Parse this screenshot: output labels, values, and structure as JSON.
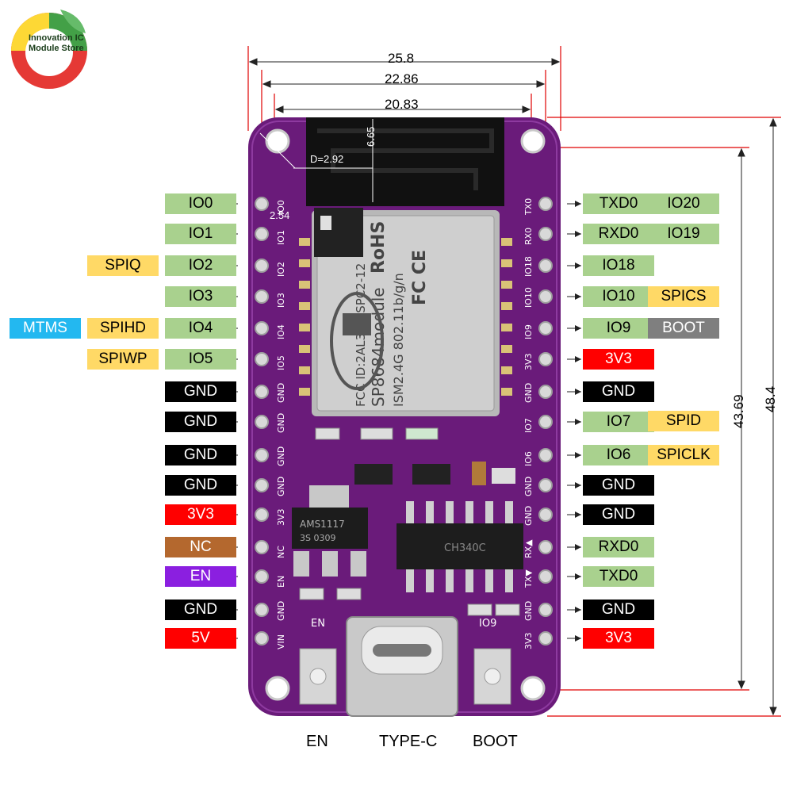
{
  "brand": {
    "line1": "Innovation IC",
    "line2": "Module Store"
  },
  "dimensions": {
    "width_outer": "25.8",
    "width_mid": "22.86",
    "width_inner": "20.83",
    "hole_diameter": "D=2.92",
    "antenna_height": "6.65",
    "pin_pitch": "2.54",
    "height_holes": "43.69",
    "height_outer": "48.4"
  },
  "left_labels": [
    {
      "text": "IO0",
      "color": "green"
    },
    {
      "text": "IO1",
      "color": "green"
    },
    {
      "text": "IO2",
      "color": "green"
    },
    {
      "text": "IO3",
      "color": "green"
    },
    {
      "text": "IO4",
      "color": "green"
    },
    {
      "text": "IO5",
      "color": "green"
    },
    {
      "text": "GND",
      "color": "black"
    },
    {
      "text": "GND",
      "color": "black"
    },
    {
      "text": "GND",
      "color": "black"
    },
    {
      "text": "GND",
      "color": "black"
    },
    {
      "text": "3V3",
      "color": "red"
    },
    {
      "text": "NC",
      "color": "brown"
    },
    {
      "text": "EN",
      "color": "purple"
    },
    {
      "text": "GND",
      "color": "black"
    },
    {
      "text": "5V",
      "color": "red"
    }
  ],
  "left_alt": {
    "spiq": "SPIQ",
    "spihd": "SPIHD",
    "spiwp": "SPIWP",
    "mtms": "MTMS"
  },
  "right_labels": [
    {
      "text": "TXD0",
      "color": "green"
    },
    {
      "text": "RXD0",
      "color": "green"
    },
    {
      "text": "IO18",
      "color": "green"
    },
    {
      "text": "IO10",
      "color": "green"
    },
    {
      "text": "IO9",
      "color": "green"
    },
    {
      "text": "3V3",
      "color": "red"
    },
    {
      "text": "GND",
      "color": "black"
    },
    {
      "text": "IO7",
      "color": "green"
    },
    {
      "text": "IO6",
      "color": "green"
    },
    {
      "text": "GND",
      "color": "black"
    },
    {
      "text": "GND",
      "color": "black"
    },
    {
      "text": "RXD0",
      "color": "green"
    },
    {
      "text": "TXD0",
      "color": "green"
    },
    {
      "text": "GND",
      "color": "black"
    },
    {
      "text": "3V3",
      "color": "red"
    }
  ],
  "right_alt": {
    "io20": "IO20",
    "io19": "IO19",
    "spics": "SPICS",
    "boot": "BOOT",
    "spid": "SPID",
    "spiclk": "SPICLK"
  },
  "board_pins_left": [
    "IO0",
    "IO1",
    "IO2",
    "IO3",
    "IO4",
    "IO5",
    "GND",
    "GND",
    "GND",
    "GND",
    "3V3",
    "NC",
    "EN",
    "GND",
    "VIN"
  ],
  "board_pins_right": [
    "TX0",
    "RX0",
    "IO18",
    "IO10",
    "IO9",
    "3V3",
    "GND",
    "IO7",
    "IO6",
    "GND",
    "GND",
    "RX▲",
    "TX▼",
    "GND",
    "3V3"
  ],
  "module_text": {
    "line1": "FCC ID:2AL3B-ESPC2-12",
    "line2": "SP8684module",
    "line3": "ISM2.4G  802.11b/g/n",
    "line4": "RoHS",
    "line5": "FC CE"
  },
  "board_silk": {
    "en": "EN",
    "io9": "IO9",
    "ams": "AMS1117",
    "ams2": "3S   0309",
    "ch": "CH340C"
  },
  "bottom_labels": {
    "en": "EN",
    "typec": "TYPE-C",
    "boot": "BOOT"
  }
}
